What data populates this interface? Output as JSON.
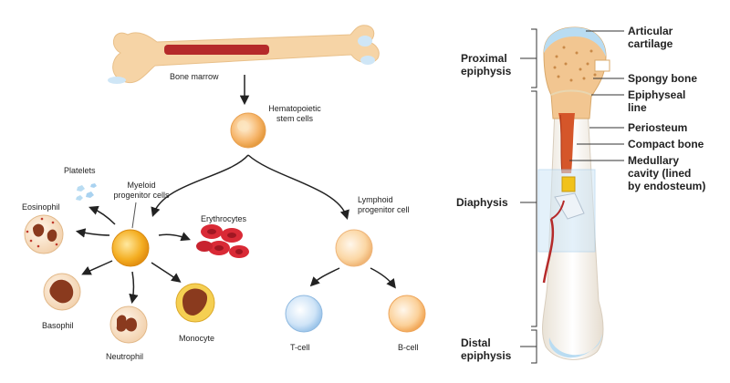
{
  "hematopoiesis": {
    "bone_marrow": "Bone marrow",
    "stem_cells": "Hematopoietic\nstem cells",
    "platelets": "Platelets",
    "myeloid": "Myeloid\nprogenitor cells",
    "eosinophil": "Eosinophil",
    "erythrocytes": "Erythrocytes",
    "lymphoid": "Lymphoid\nprogenitor cell",
    "basophil": "Basophil",
    "neutrophil": "Neutrophil",
    "monocyte": "Monocyte",
    "t_cell": "T-cell",
    "b_cell": "B-cell"
  },
  "bone_anatomy": {
    "proximal_epiphysis": "Proximal\nepiphysis",
    "diaphysis": "Diaphysis",
    "distal_epiphysis": "Distal\nepiphysis",
    "articular_cartilage": "Articular\ncartilage",
    "spongy_bone": "Spongy bone",
    "epiphyseal_line": "Epiphyseal\nline",
    "periosteum": "Periosteum",
    "compact_bone": "Compact bone",
    "medullary_cavity": "Medullary\ncavity (lined\nby endosteum)"
  },
  "colors": {
    "bone": "#f6d4a6",
    "marrow": "#b52a2a",
    "cartilage": "#b9dcf2",
    "blood_cell": "#d92a36"
  }
}
